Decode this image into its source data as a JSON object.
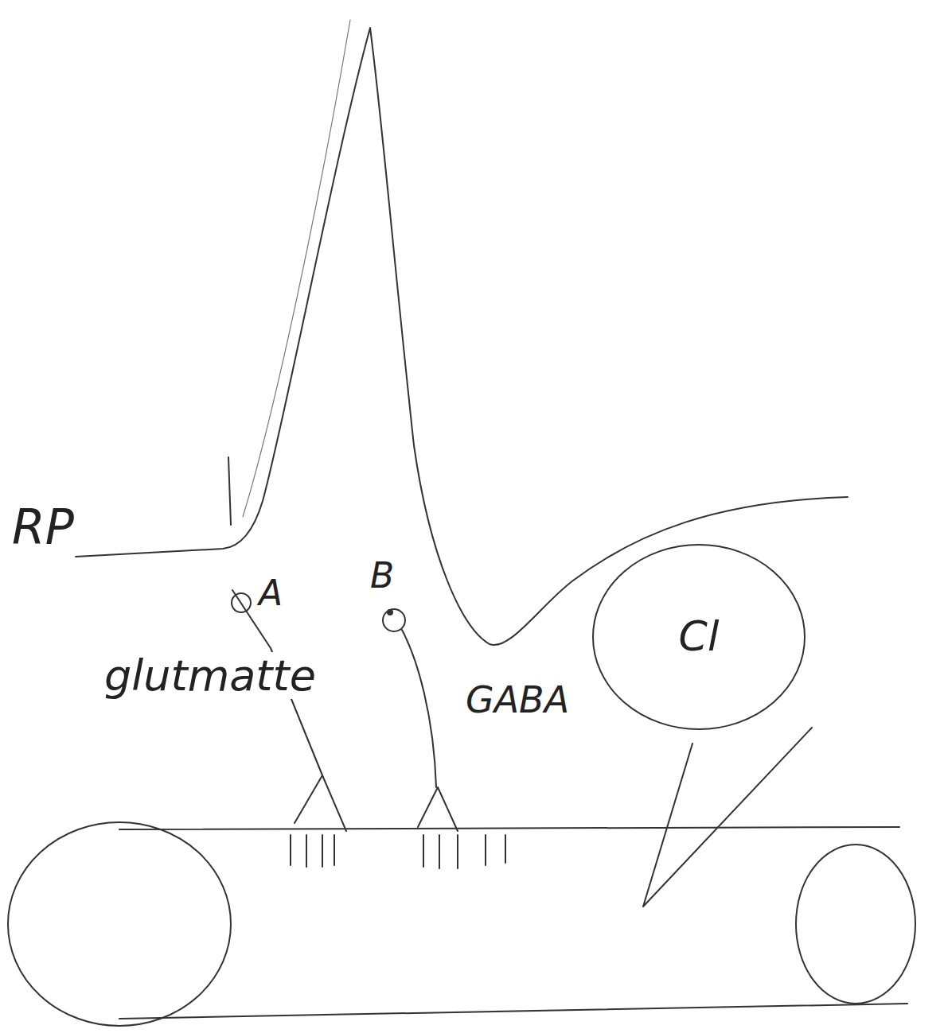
{
  "diagram": {
    "nodes": [
      {
        "text": [
          "Cl"
        ]
      }
    ],
    "labels": [
      "RP",
      "A",
      "B",
      "glutmatte",
      "GABA"
    ]
  }
}
